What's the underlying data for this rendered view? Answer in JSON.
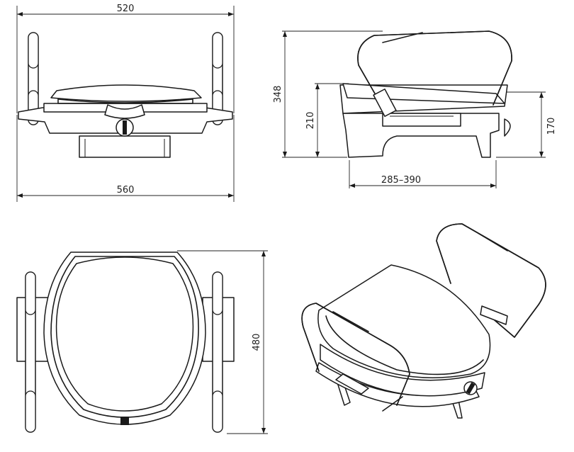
{
  "dimensions": {
    "top_width": "520",
    "bottom_width": "560",
    "overall_height": "348",
    "seat_height": "210",
    "side_height": "170",
    "depth_range": "285–390",
    "seat_depth": "480"
  }
}
